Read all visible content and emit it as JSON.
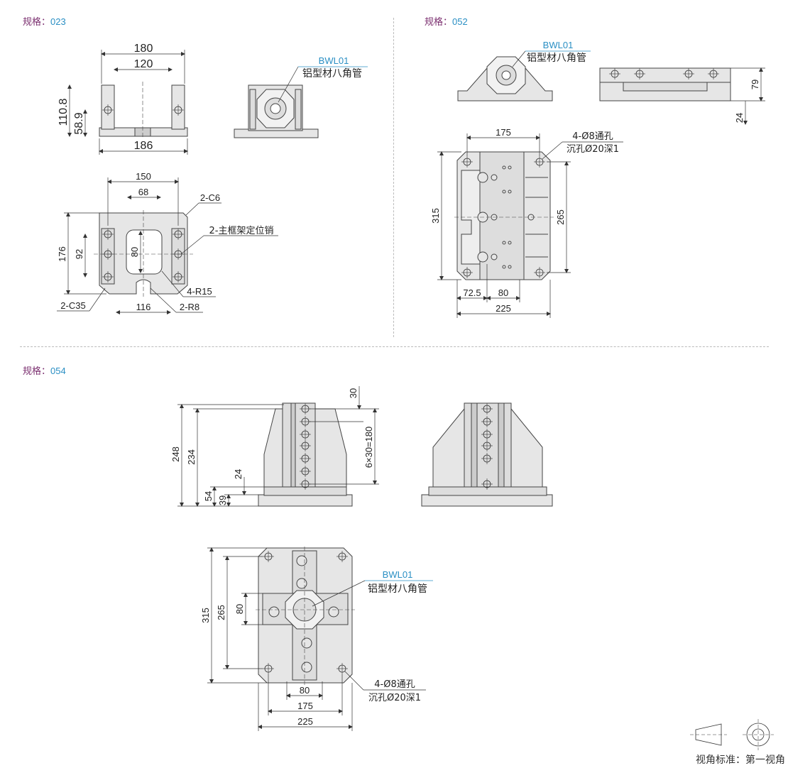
{
  "sections": [
    {
      "label": "规格：",
      "code": "023"
    },
    {
      "label": "规格：",
      "code": "052"
    },
    {
      "label": "规格：",
      "code": "054"
    }
  ],
  "part": {
    "code": "BWL01",
    "name": "铝型材八角管"
  },
  "s023": {
    "front": {
      "d180": "180",
      "d120": "120",
      "d186": "186",
      "d110": "110.8",
      "d58": "58.9"
    },
    "plan": {
      "d150": "150",
      "d68": "68",
      "d176": "176",
      "d92": "92",
      "d80": "80",
      "d116": "116",
      "c6": "2-C6",
      "pin": "2-主框架定位销",
      "r15": "4-R15",
      "c35": "2-C35",
      "r8": "2-R8"
    }
  },
  "s052": {
    "side": {
      "d79": "79",
      "d24": "24"
    },
    "plan": {
      "d175": "175",
      "d315": "315",
      "d265": "265",
      "d725": "72.5",
      "d80": "80",
      "d225": "225",
      "hole1": "4-Ø8通孔",
      "hole2": "沉孔Ø20深1"
    }
  },
  "s054": {
    "front": {
      "d248": "248",
      "d234": "234",
      "d30": "30",
      "d630": "6×30=180",
      "d24": "24",
      "d54": "54",
      "d39": "39"
    },
    "plan": {
      "d315": "315",
      "d265": "265",
      "d80v": "80",
      "d80": "80",
      "d175": "175",
      "d225": "225",
      "hole1": "4-Ø8通孔",
      "hole2": "沉孔Ø20深1"
    }
  },
  "footer": {
    "text": "视角标准：第一视角"
  }
}
